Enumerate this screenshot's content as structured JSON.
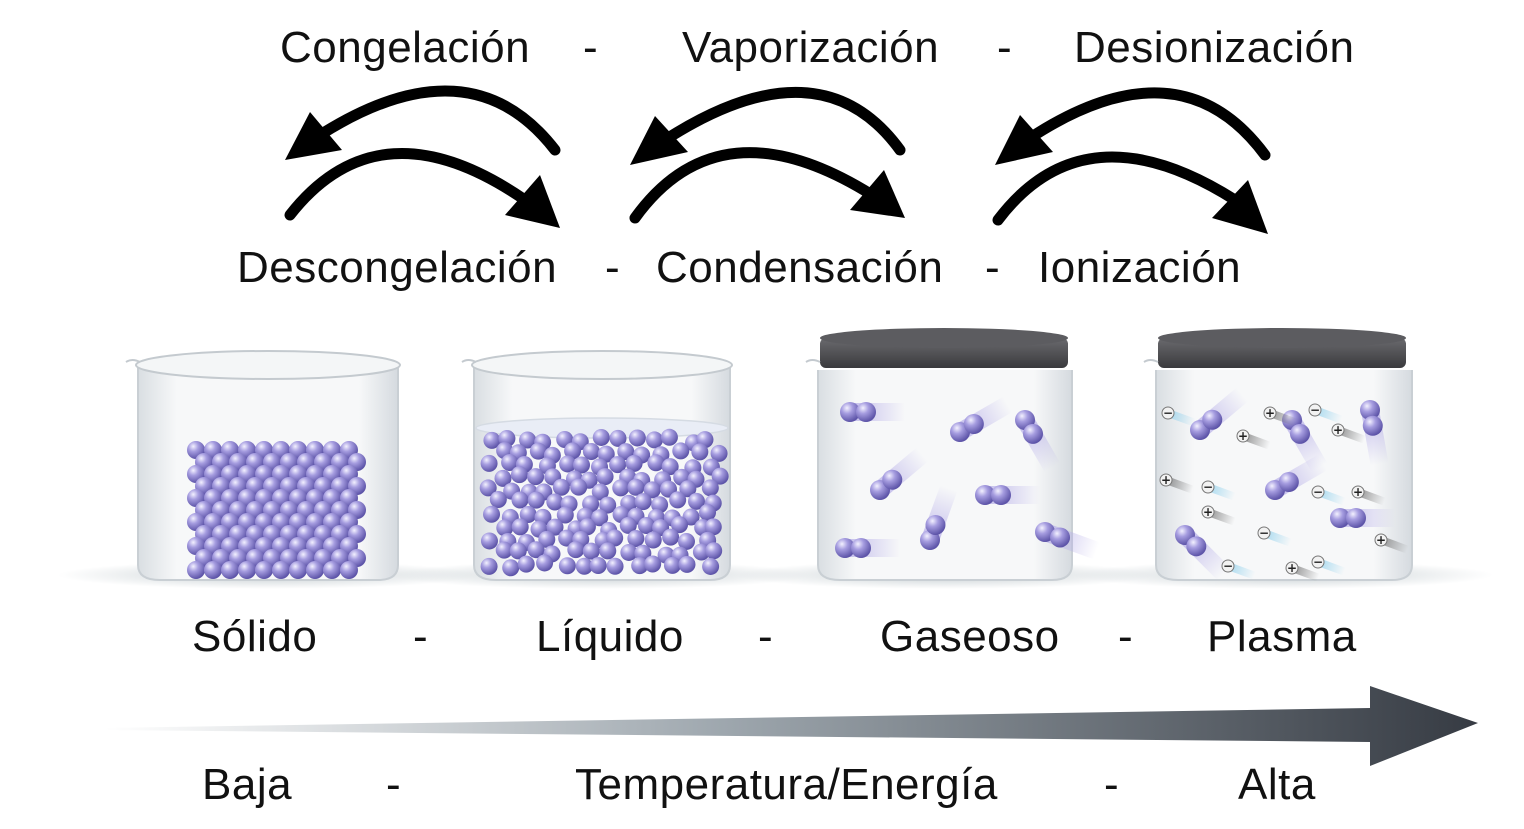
{
  "top_labels": {
    "freezing": "Congelación",
    "sep1": "-",
    "vaporization": "Vaporización",
    "sep2": "-",
    "deionization": "Desionización"
  },
  "bottom_labels": {
    "melting": "Descongelación",
    "sep1": "-",
    "condensation": "Condensación",
    "sep2": "-",
    "ionization": "Ionización"
  },
  "states": {
    "solid": "Sólido",
    "sep1": "-",
    "liquid": "Líquido",
    "sep2": "-",
    "gas": "Gaseoso",
    "sep3": "-",
    "plasma": "Plasma"
  },
  "scale": {
    "low": "Baja",
    "sep1": "-",
    "axis_label": "Temperatura/Energía",
    "sep2": "-",
    "high": "Alta"
  },
  "ion_signs": {
    "plus": "+",
    "minus": "−"
  },
  "colors": {
    "particle": "#8a80c8",
    "particle_light": "#e6e2f8",
    "glass": "#eef1f3",
    "lid": "#4a4a4d",
    "arrow": "#000000",
    "gradient_start": "#ffffff",
    "gradient_mid": "#9aa3ab",
    "gradient_end": "#3a3f47"
  },
  "icons": {
    "transition_arrows": "curved-arrow-icon",
    "energy_arrow": "gradient-arrow-icon"
  }
}
